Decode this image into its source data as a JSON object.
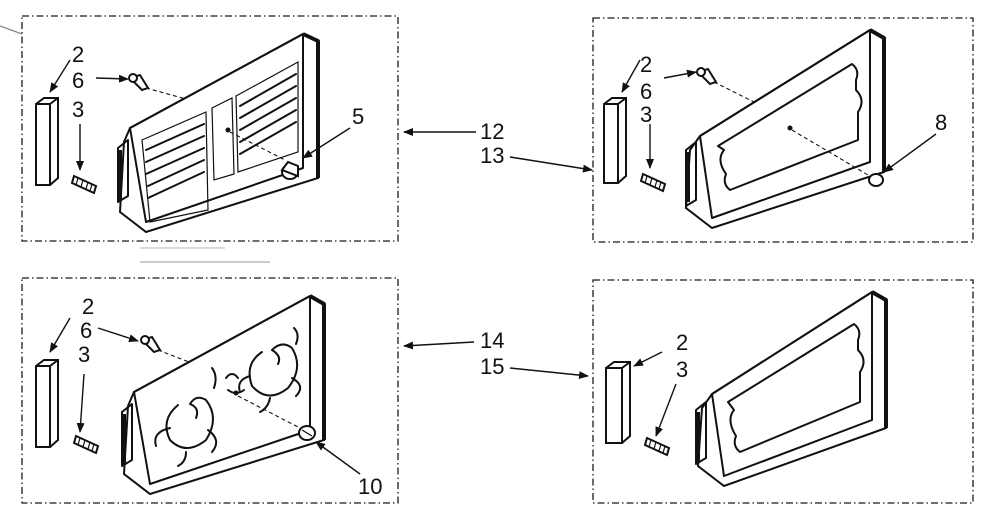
{
  "panels": {
    "top_left": {
      "callouts": [
        "2",
        "6",
        "3",
        "5"
      ]
    },
    "top_right": {
      "callouts": [
        "2",
        "6",
        "3",
        "8"
      ]
    },
    "bottom_left": {
      "callouts": [
        "2",
        "6",
        "3",
        "10"
      ]
    },
    "bottom_right": {
      "callouts": [
        "2",
        "3"
      ]
    }
  },
  "assembly_labels": {
    "top_left": "12",
    "top_right": "13",
    "bottom_left": "14",
    "bottom_right": "15"
  }
}
